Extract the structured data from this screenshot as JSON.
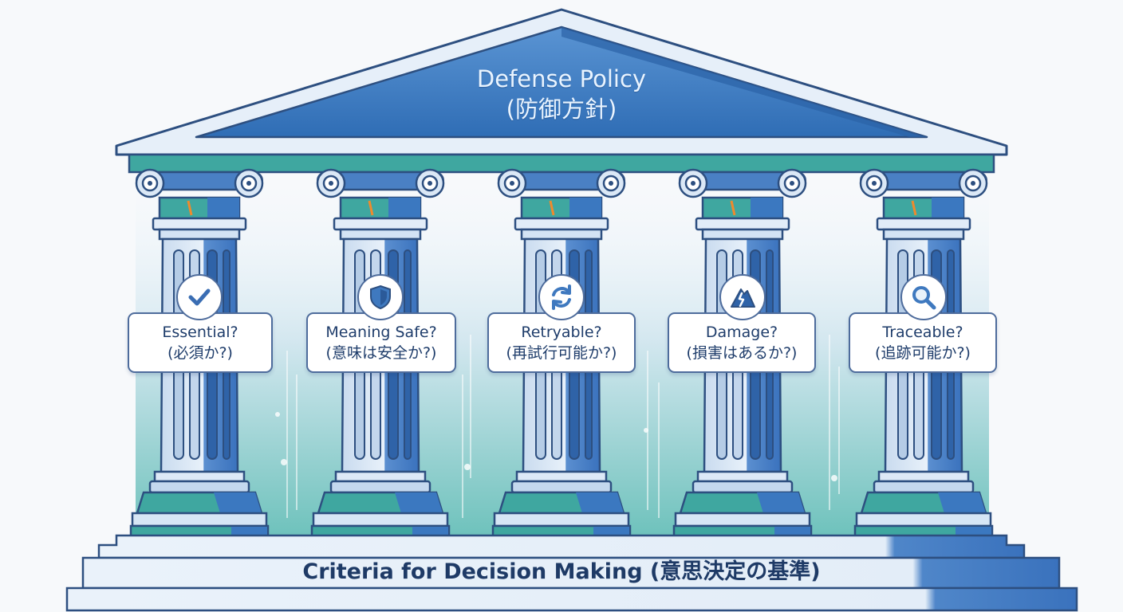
{
  "roof": {
    "title_en": "Defense Policy",
    "title_ja": "(防御方針)"
  },
  "pillars": [
    {
      "label_en": "Essential?",
      "label_ja": "(必須か?)",
      "icon": "checkmark-icon"
    },
    {
      "label_en": "Meaning Safe?",
      "label_ja": "(意味は安全か?)",
      "icon": "shield-icon"
    },
    {
      "label_en": "Retryable?",
      "label_ja": "(再試行可能か?)",
      "icon": "refresh-icon"
    },
    {
      "label_en": "Damage?",
      "label_ja": "(損害はあるか?)",
      "icon": "broken-mountain-icon"
    },
    {
      "label_en": "Traceable?",
      "label_ja": "(追跡可能か?)",
      "icon": "magnifier-icon"
    }
  ],
  "base": {
    "title": "Criteria for Decision Making (意思決定の基準)"
  },
  "colors": {
    "navy": "#1f3d6b",
    "blue": "#3f79bf",
    "light_blue": "#d6e6f5",
    "teal": "#3fa7a0",
    "orange_accent": "#f08a2c"
  }
}
